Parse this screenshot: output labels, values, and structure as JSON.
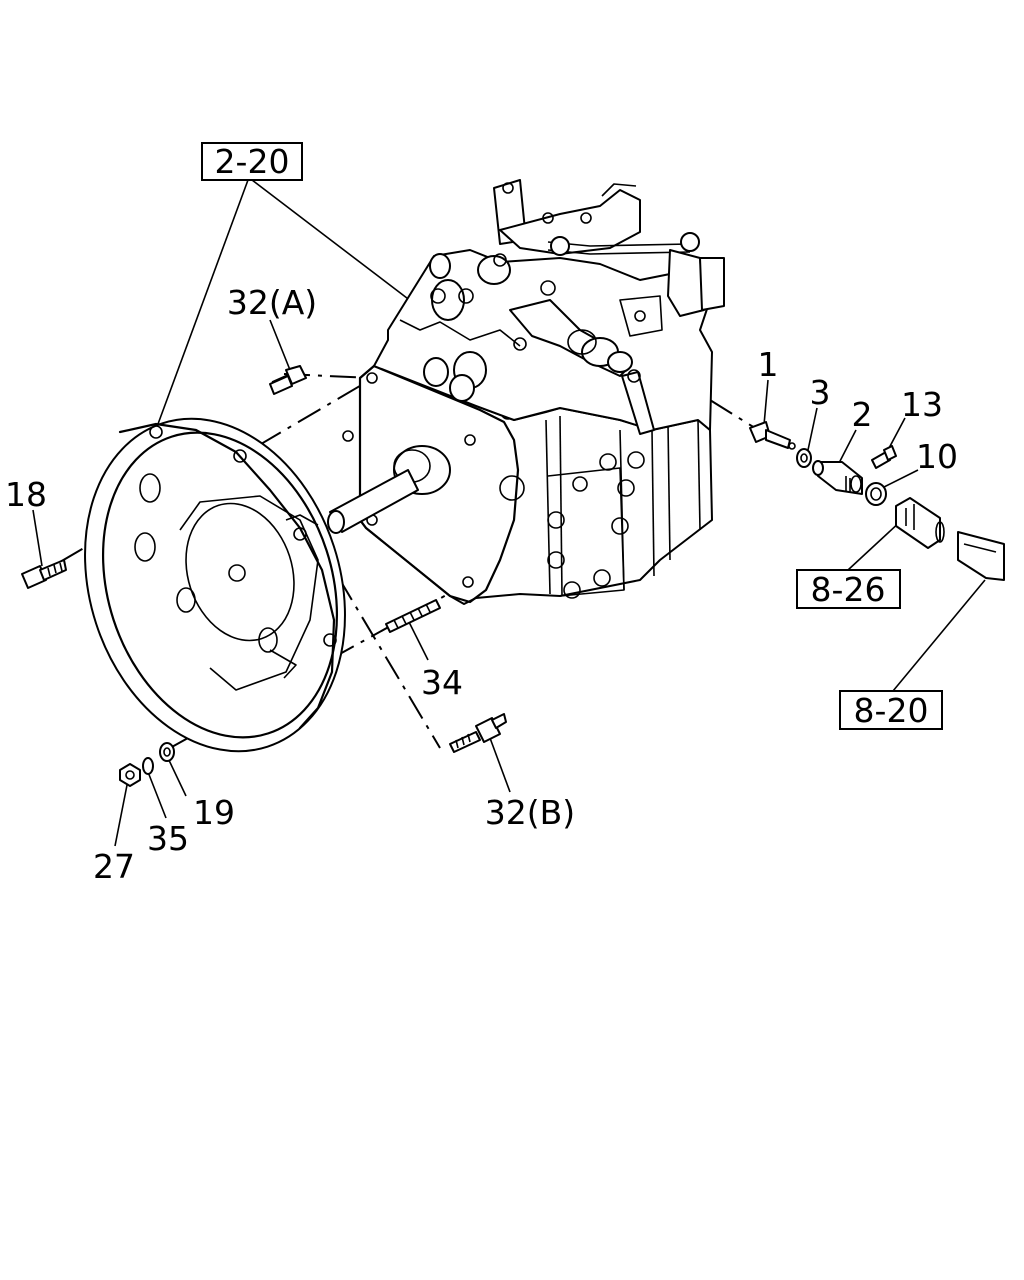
{
  "references": {
    "ref_2_20": "2-20",
    "ref_8_26": "8-26",
    "ref_8_20": "8-20"
  },
  "callouts": {
    "c1": "1",
    "c2": "2",
    "c3": "3",
    "c10": "10",
    "c13": "13",
    "c18": "18",
    "c19": "19",
    "c27": "27",
    "c32a": "32(A)",
    "c32b": "32(B)",
    "c34": "34",
    "c35": "35"
  }
}
